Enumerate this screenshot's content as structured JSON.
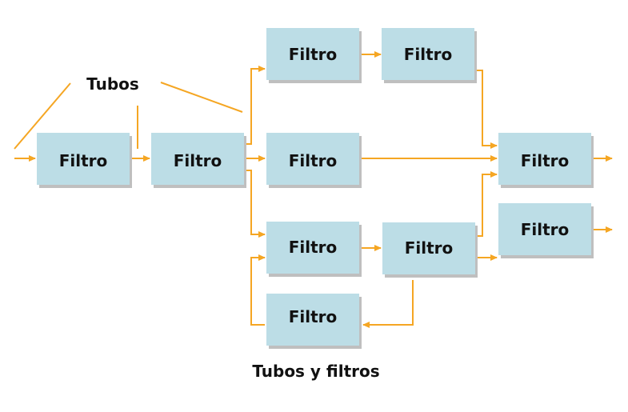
{
  "colors": {
    "box": "#bcdde6",
    "shadow": "#bfbfbf",
    "pipe": "#f5a623",
    "text": "#111111"
  },
  "filters": [
    {
      "id": "f1",
      "label": "Filtro"
    },
    {
      "id": "f2",
      "label": "Filtro"
    },
    {
      "id": "f3",
      "label": "Filtro"
    },
    {
      "id": "f4",
      "label": "Filtro"
    },
    {
      "id": "f5",
      "label": "Filtro"
    },
    {
      "id": "f6",
      "label": "Filtro"
    },
    {
      "id": "f7",
      "label": "Filtro"
    },
    {
      "id": "f8",
      "label": "Filtro"
    },
    {
      "id": "f9",
      "label": "Filtro"
    },
    {
      "id": "f10",
      "label": "Filtro"
    }
  ],
  "pipes_label": "Tubos",
  "caption": "Tubos y filtros"
}
